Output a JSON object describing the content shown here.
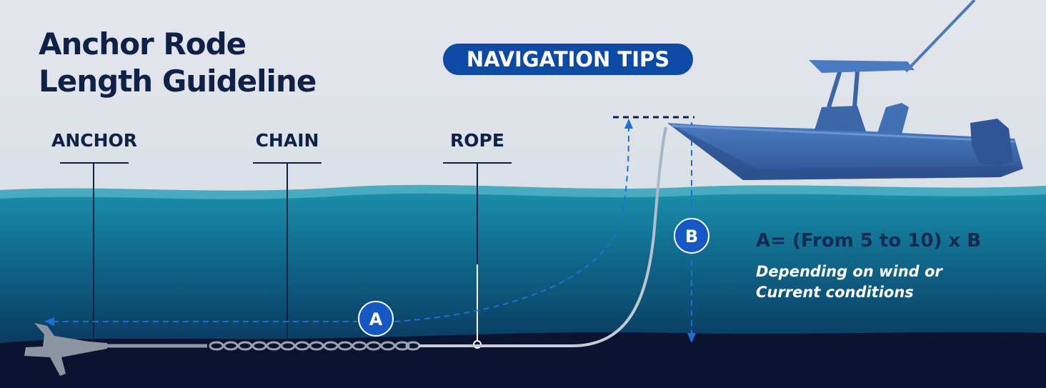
{
  "title": {
    "line1": "Anchor Rode",
    "line2": "Length Guideline"
  },
  "badge": {
    "label": "NAVIGATION TIPS"
  },
  "components": [
    {
      "label": "ANCHOR"
    },
    {
      "label": "CHAIN"
    },
    {
      "label": "ROPE"
    }
  ],
  "markers": {
    "a": "A",
    "b": "B"
  },
  "formula": {
    "prefix": "A=",
    "body": " (From 5 to 10) x B"
  },
  "note": {
    "line1": "Depending on wind or",
    "line2": "Current conditions"
  },
  "colors": {
    "title": "#0f2147",
    "badge": "#0c4aa6",
    "sky": "#dfe3e9",
    "water_surface": "#1e8ea8",
    "water_deep": "#0a3a5e",
    "seabed": "#0b1330",
    "boat": "#3d6bb0"
  }
}
